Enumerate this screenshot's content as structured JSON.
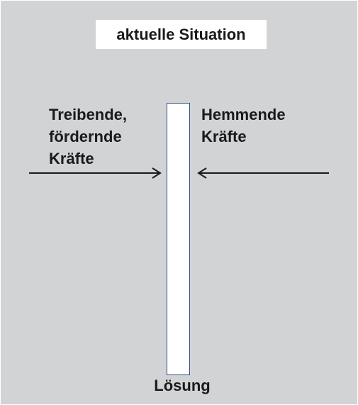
{
  "title": "aktuelle Situation",
  "driving_forces": {
    "lines": [
      "Treibende,",
      "fördernde",
      "Kräfte"
    ]
  },
  "restraining_forces": {
    "lines": [
      "Hemmende",
      "Kräfte"
    ]
  },
  "solution_label": "Lösung",
  "colors": {
    "background": "#d1d3d4",
    "bar_border": "#2e4f8a",
    "text": "#1a1a1a",
    "arrow": "#1a1a1a"
  }
}
